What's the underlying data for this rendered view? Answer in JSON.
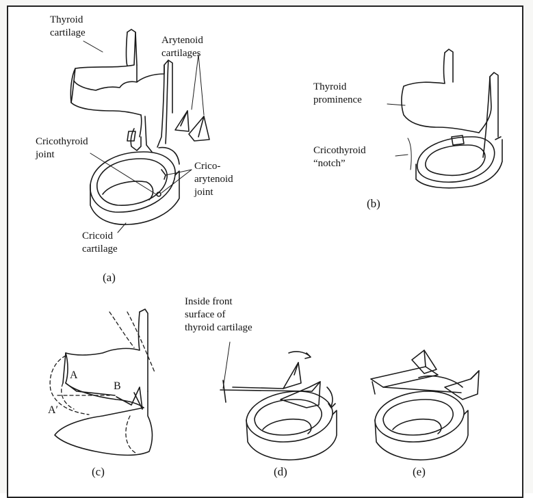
{
  "labels": {
    "thyroid_cartilage": "Thyroid\ncartilage",
    "arytenoid_cartilages": "Arytenoid\ncartilages",
    "cricothyroid_joint": "Cricothyroid\njoint",
    "cricoarytenoid_joint": "Crico-\narytenoid\njoint",
    "cricoid_cartilage": "Cricoid\ncartilage",
    "thyroid_prominence": "Thyroid\nprominence",
    "cricothyroid_notch": "Cricothyroid\n“notch”",
    "inside_front_surface": "Inside front\nsurface of\nthyroid cartilage",
    "point_a": "A",
    "point_b": "B",
    "point_a_prime": "A′"
  },
  "panels": [
    "(a)",
    "(b)",
    "(c)",
    "(d)",
    "(e)"
  ]
}
